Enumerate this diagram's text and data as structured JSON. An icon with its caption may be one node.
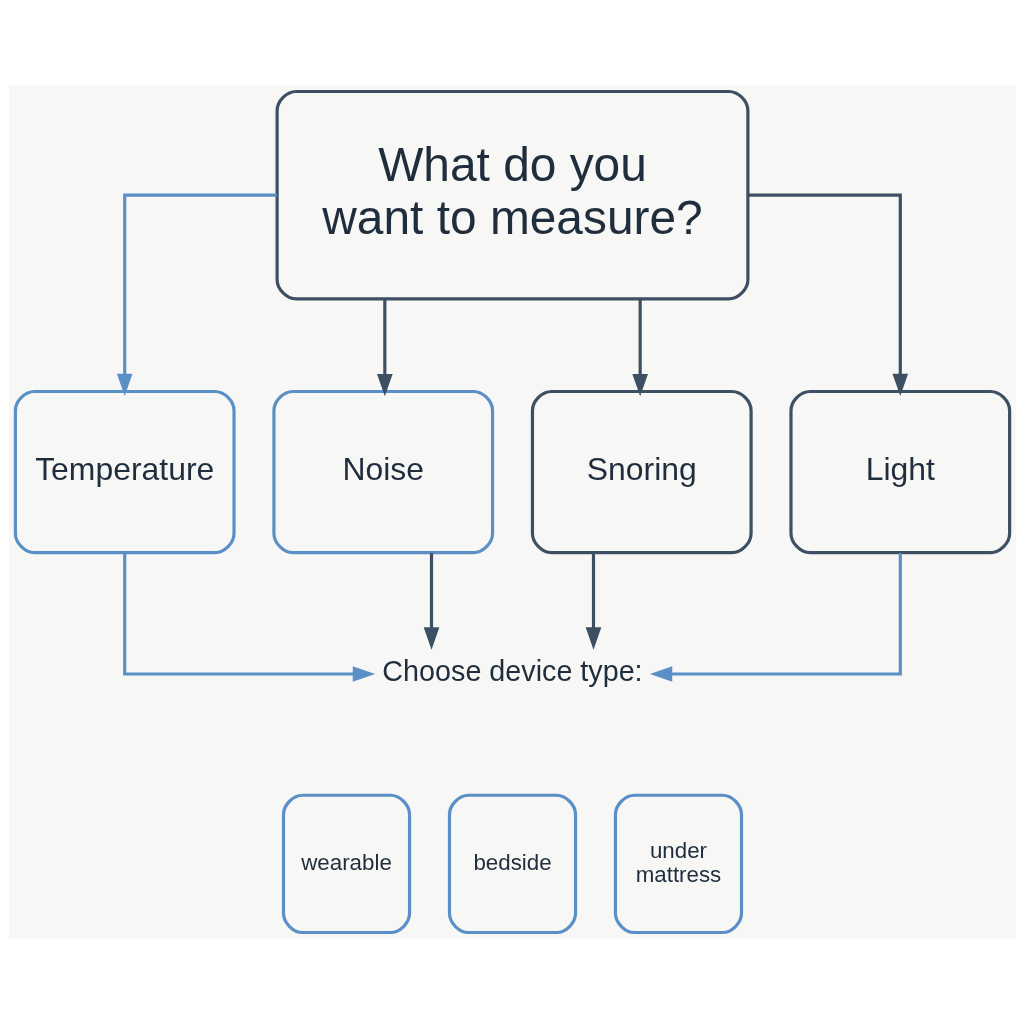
{
  "diagram": {
    "nodes": [
      {
        "text": [
          "What do you want to measure?"
        ]
      },
      {
        "text": [
          "Temperature"
        ]
      },
      {
        "text": [
          "Noise"
        ]
      },
      {
        "text": [
          "Snoring"
        ]
      },
      {
        "text": [
          "Light"
        ]
      },
      {
        "text": [
          "Choose device type:"
        ]
      },
      {
        "text": [
          "wearable"
        ]
      },
      {
        "text": [
          "bedside"
        ]
      },
      {
        "text": [
          "under mattress"
        ]
      }
    ],
    "edges": [
      {
        "from": 0,
        "to": 1,
        "arrow": "to",
        "color": "#5b8fc7"
      },
      {
        "from": 0,
        "to": 2,
        "arrow": "to"
      },
      {
        "from": 0,
        "to": 3,
        "arrow": "to"
      },
      {
        "from": 0,
        "to": 4,
        "arrow": "to"
      },
      {
        "from": 1,
        "to": 5,
        "arrow": "to",
        "color": "#5b8fc7"
      },
      {
        "from": 2,
        "to": 5,
        "arrow": "to"
      },
      {
        "from": 3,
        "to": 5,
        "arrow": "to"
      },
      {
        "from": 4,
        "to": 5,
        "arrow": "to",
        "color": "#5b8fc7"
      }
    ]
  }
}
